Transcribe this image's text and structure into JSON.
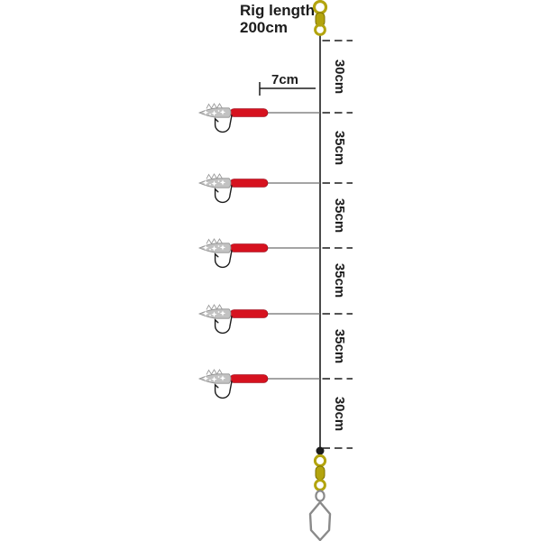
{
  "title": {
    "line1": "Rig length",
    "line2": "200cm"
  },
  "annotations": {
    "dropper_length": "7cm"
  },
  "segments": [
    {
      "label": "30cm"
    },
    {
      "label": "35cm"
    },
    {
      "label": "35cm"
    },
    {
      "label": "35cm"
    },
    {
      "label": "35cm"
    },
    {
      "label": "30cm"
    }
  ],
  "hook_count": 5,
  "colors": {
    "line": "#1c1c1c",
    "band": "#d6121f",
    "lure_body": "#c2c2c2",
    "swivel": "#b3a40e",
    "snap": "#8a8a8a",
    "text": "#1c1c1c"
  }
}
